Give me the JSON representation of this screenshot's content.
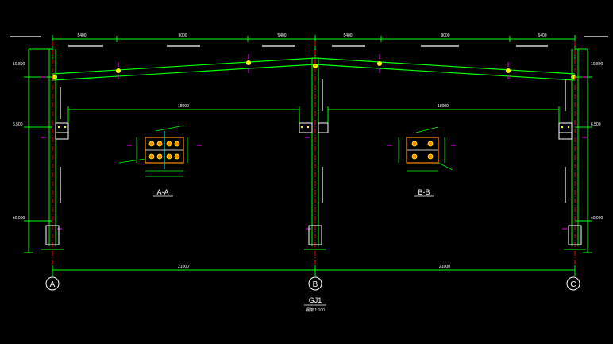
{
  "drawing": {
    "background": "#000000",
    "colors": {
      "frame": "#00ff00",
      "column_line": "#ff0000",
      "dimension": "#00ff00",
      "annotation_text": "#ffffff",
      "section_mark": "#ff00ff",
      "bolt": "#ffff00",
      "plate": "#ff8800",
      "stiffener": "#00ffff"
    },
    "axes": [
      {
        "label": "A"
      },
      {
        "label": "B"
      },
      {
        "label": "C"
      }
    ],
    "bay_spans": {
      "left": "21000",
      "right": "21000"
    },
    "top_dimensions": [
      "5400",
      "9000",
      "5400",
      "5400",
      "9000",
      "5400"
    ],
    "inner_span_dimensions": [
      "18000",
      "18000"
    ],
    "elevations": [
      "10.800",
      "6.500",
      "±0.000"
    ],
    "detail_sections": [
      {
        "title": "A-A"
      },
      {
        "title": "B-B"
      }
    ],
    "frame_title": "GJ1",
    "frame_subtitle": "钢架 1:100"
  }
}
